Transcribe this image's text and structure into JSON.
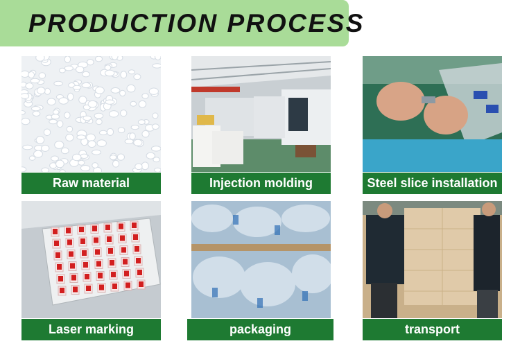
{
  "banner": {
    "title": "PRODUCTION PROCESS"
  },
  "steps": [
    {
      "label": "Raw material"
    },
    {
      "label": "Injection molding"
    },
    {
      "label": "Steel slice installation"
    },
    {
      "label": "Laser marking"
    },
    {
      "label": "packaging"
    },
    {
      "label": "transport"
    }
  ],
  "colors": {
    "banner": "#a9dc98",
    "caption": "#1e7a32",
    "caption_text": "#ffffff"
  }
}
